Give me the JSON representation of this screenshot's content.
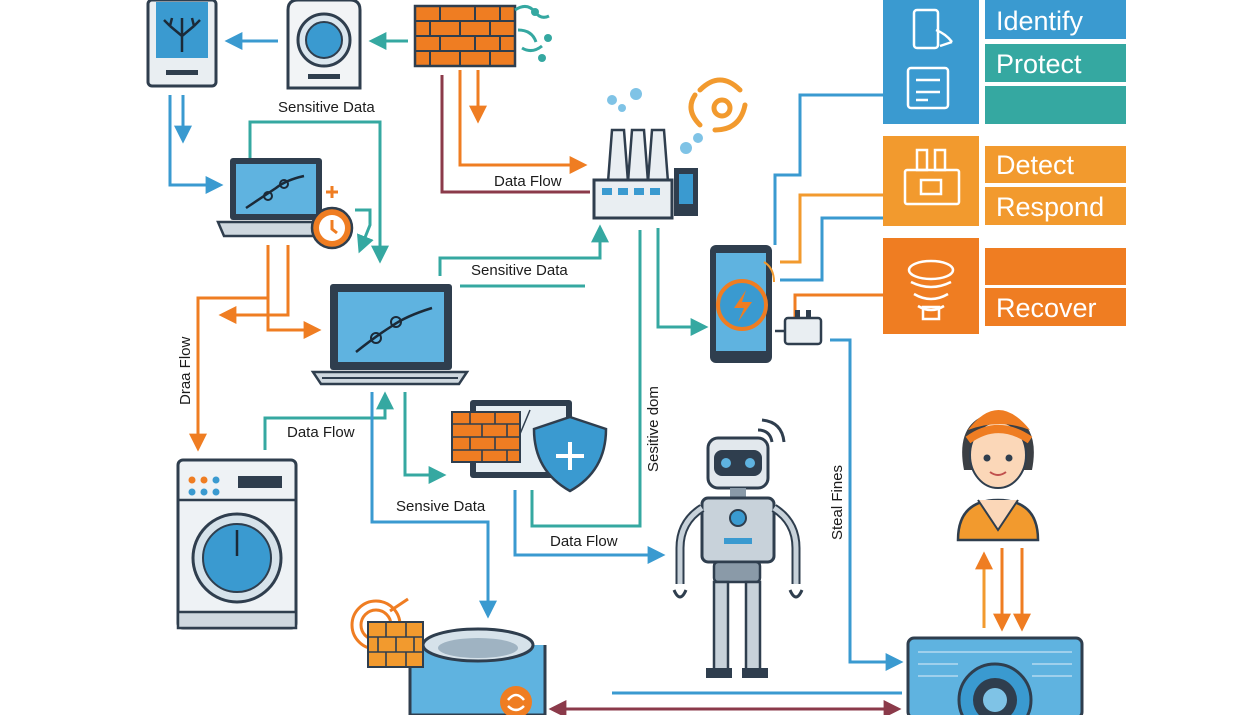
{
  "labels": {
    "sensitive_data_1": "Sensitive Data",
    "data_flow_1": "Data Flow",
    "sensitive_data_2": "Sensitive Data",
    "draa_flow": "Draa Flow",
    "data_flow_2": "Data Flow",
    "sensitive_data_3": "Sensive Data",
    "data_flow_3": "Data Flow",
    "sensitive_dom": "Sesitive dom",
    "steal_fines": "Steal Fines"
  },
  "panels": [
    {
      "label": "Identify",
      "color": "#3a9ad0"
    },
    {
      "label": "Protect",
      "color": "#35a8a1"
    },
    {
      "label": "",
      "color": "#35a8a1"
    },
    {
      "label": "Detect",
      "color": "#f29a2e"
    },
    {
      "label": "Respond",
      "color": "#f29a2e"
    },
    {
      "label": "",
      "color": "#ef7d22"
    },
    {
      "label": "Recover",
      "color": "#ef7d22"
    }
  ],
  "icons": {
    "top_left_server": "tree-network-icon",
    "top_washer": "washing-machine-icon",
    "firewall": "firewall-icon",
    "factory": "factory-icon",
    "smartphone": "smartphone-bolt-icon",
    "laptop_top": "laptop-icon",
    "laptop_center": "laptop-icon",
    "shield": "shield-icon",
    "robot": "robot-icon",
    "person": "person-icon",
    "washer_bottom": "washing-machine-icon",
    "database": "database-cylinder-icon",
    "monitor": "monitor-camera-icon"
  },
  "colors": {
    "blue": "#3a9ad0",
    "teal": "#35a8a1",
    "orange": "#ef7d22",
    "maroon": "#8b3a4a",
    "dark": "#2f3e4e"
  }
}
